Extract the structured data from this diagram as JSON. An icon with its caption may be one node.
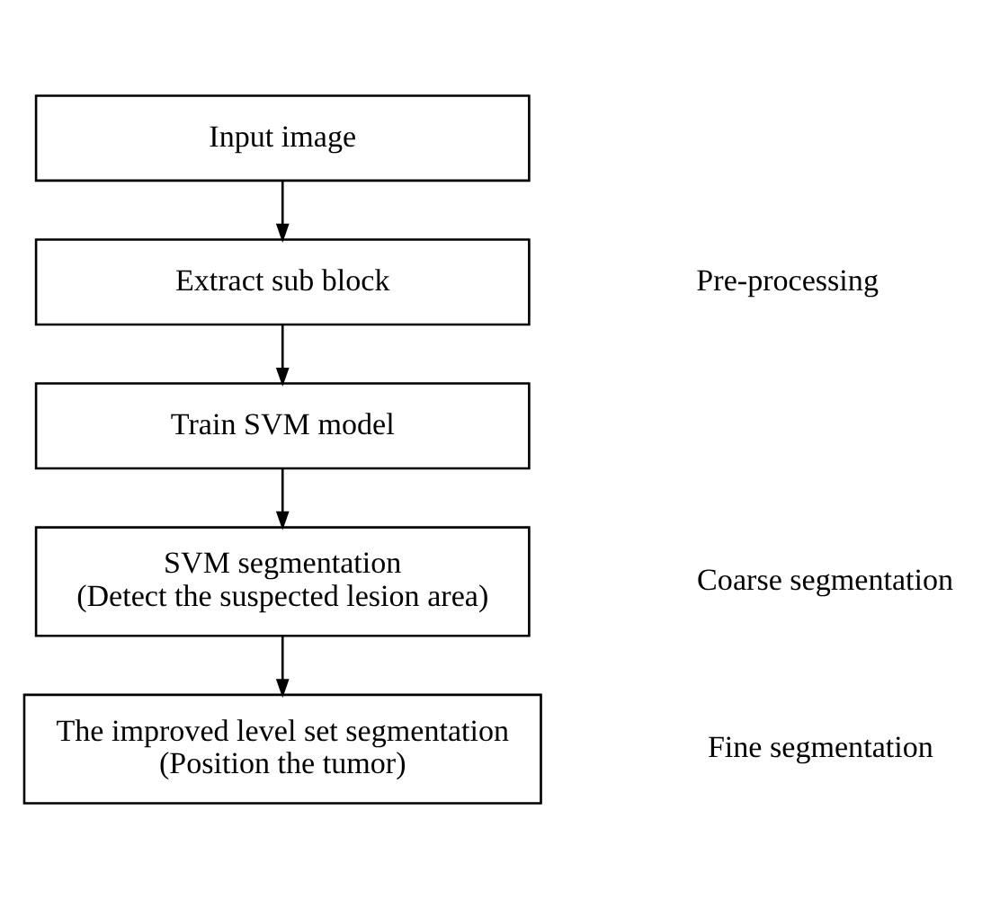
{
  "diagram": {
    "nodes": [
      {
        "text": [
          "Input image"
        ]
      },
      {
        "text": [
          "Extract sub block"
        ]
      },
      {
        "text": [
          "Train SVM model"
        ]
      },
      {
        "text": [
          "SVM segmentation",
          "(Detect the suspected lesion area)"
        ]
      },
      {
        "text": [
          "The improved level set segmentation",
          "(Position the tumor)"
        ]
      }
    ],
    "edges": [
      {
        "from": 0,
        "to": 1,
        "arrow": "to"
      },
      {
        "from": 1,
        "to": 2,
        "arrow": "to"
      },
      {
        "from": 2,
        "to": 3,
        "arrow": "to"
      },
      {
        "from": 3,
        "to": 4,
        "arrow": "to"
      }
    ],
    "labels": [
      "Pre-processing",
      "Coarse segmentation",
      "Fine segmentation"
    ]
  }
}
